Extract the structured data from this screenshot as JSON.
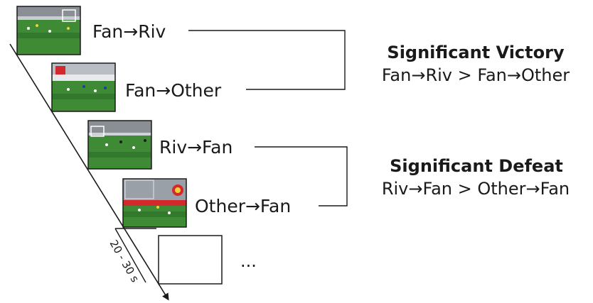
{
  "frames": [
    {
      "label": "Fan→Riv"
    },
    {
      "label": "Fan→Other"
    },
    {
      "label": "Riv→Fan"
    },
    {
      "label": "Other→Fan"
    }
  ],
  "groups": [
    {
      "title": "Significant Victory",
      "comparison": "Fan→Riv > Fan→Other"
    },
    {
      "title": "Significant Defeat",
      "comparison": "Riv→Fan > Other→Fan"
    }
  ],
  "timeline": {
    "duration_label": "20 - 30 s",
    "ellipsis": "..."
  },
  "colors": {
    "pitch": "#3e8a35",
    "pitch_dark": "#2d6e28",
    "stands": "#8a8f95",
    "line": "#1a1a1a"
  }
}
